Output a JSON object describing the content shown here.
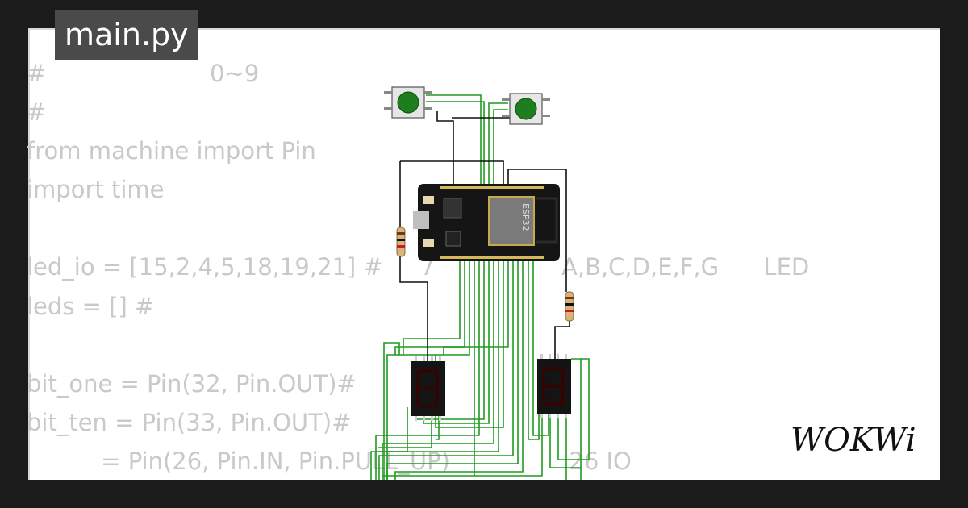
{
  "tab": {
    "label": "main.py"
  },
  "code_lines": [
    "#                      0~9",
    "#",
    "from machine import Pin",
    "import time",
    "",
    "led_io = [15,2,4,5,18,19,21] #     7                 A,B,C,D,E,F,G      LED",
    "leds = [] #",
    "",
    "bit_one = Pin(32, Pin.OUT)#",
    "bit_ten = Pin(33, Pin.OUT)#",
    "          = Pin(26, Pin.IN, Pin.PULL_UP)                26 IO"
  ],
  "board": {
    "chip_label": "ESP32"
  },
  "logo": {
    "text": "WOKWi"
  },
  "colors": {
    "background": "#1b1b1b",
    "tab_bg": "#4a4a4a",
    "code_text": "#c9c9c9",
    "wire_green": "#1f9a1f",
    "wire_black": "#111111",
    "button_green": "#1e7d1e",
    "board_bg": "#151515",
    "display_red": "#3a0000"
  }
}
